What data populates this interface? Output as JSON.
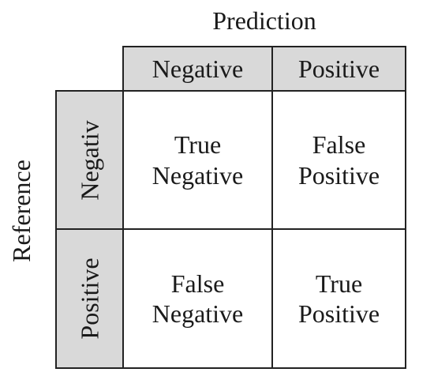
{
  "axes": {
    "columns_title": "Prediction",
    "rows_title": "Reference"
  },
  "column_headers": [
    "Negative",
    "Positive"
  ],
  "row_headers": [
    "Negativ",
    "Positive"
  ],
  "cells": [
    [
      {
        "line1": "True",
        "line2": "Negative"
      },
      {
        "line1": "False",
        "line2": "Positive"
      }
    ],
    [
      {
        "line1": "False",
        "line2": "Negative"
      },
      {
        "line1": "True",
        "line2": "Positive"
      }
    ]
  ],
  "colors": {
    "header_fill": "#d9d9d9",
    "cell_fill": "#ffffff",
    "border": "#222222",
    "text": "#1a1a1a"
  }
}
